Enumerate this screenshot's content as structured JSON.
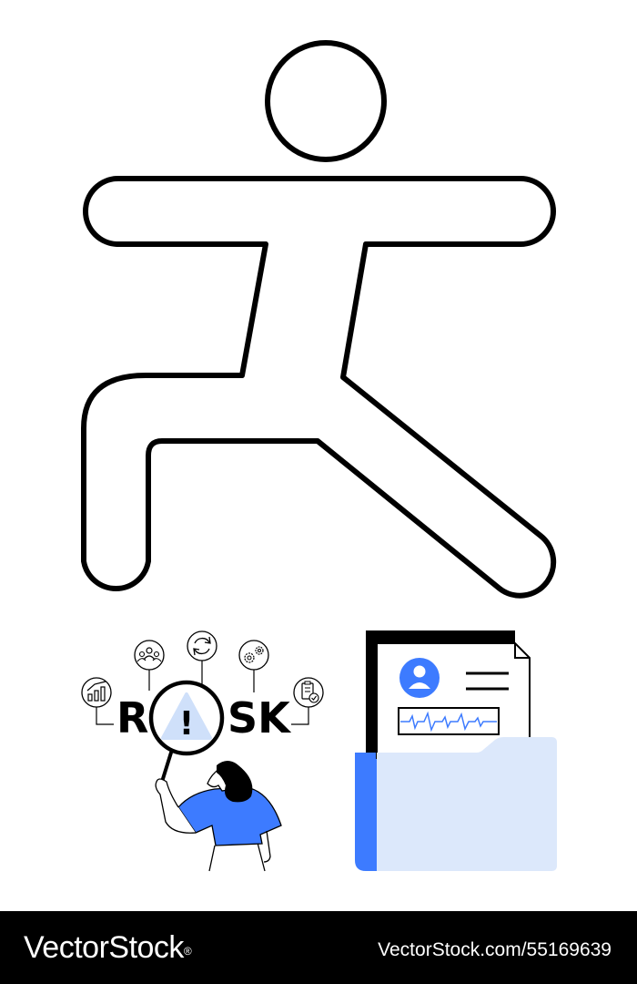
{
  "risk_panel": {
    "letter_r": "R",
    "letters_sk": "SK",
    "warning_symbol": "!",
    "icons": [
      "chart-icon",
      "team-icon",
      "refresh-icon",
      "gears-icon",
      "clipboard-check-icon"
    ]
  },
  "footer": {
    "brand": "VectorStock",
    "registered_mark": "®",
    "stock_id": "VectorStock.com/55169639"
  },
  "colors": {
    "accent_blue": "#3d7bff",
    "light_blue": "#dce8fb",
    "pale_blue": "#cfe0fa",
    "outline": "#000000"
  }
}
